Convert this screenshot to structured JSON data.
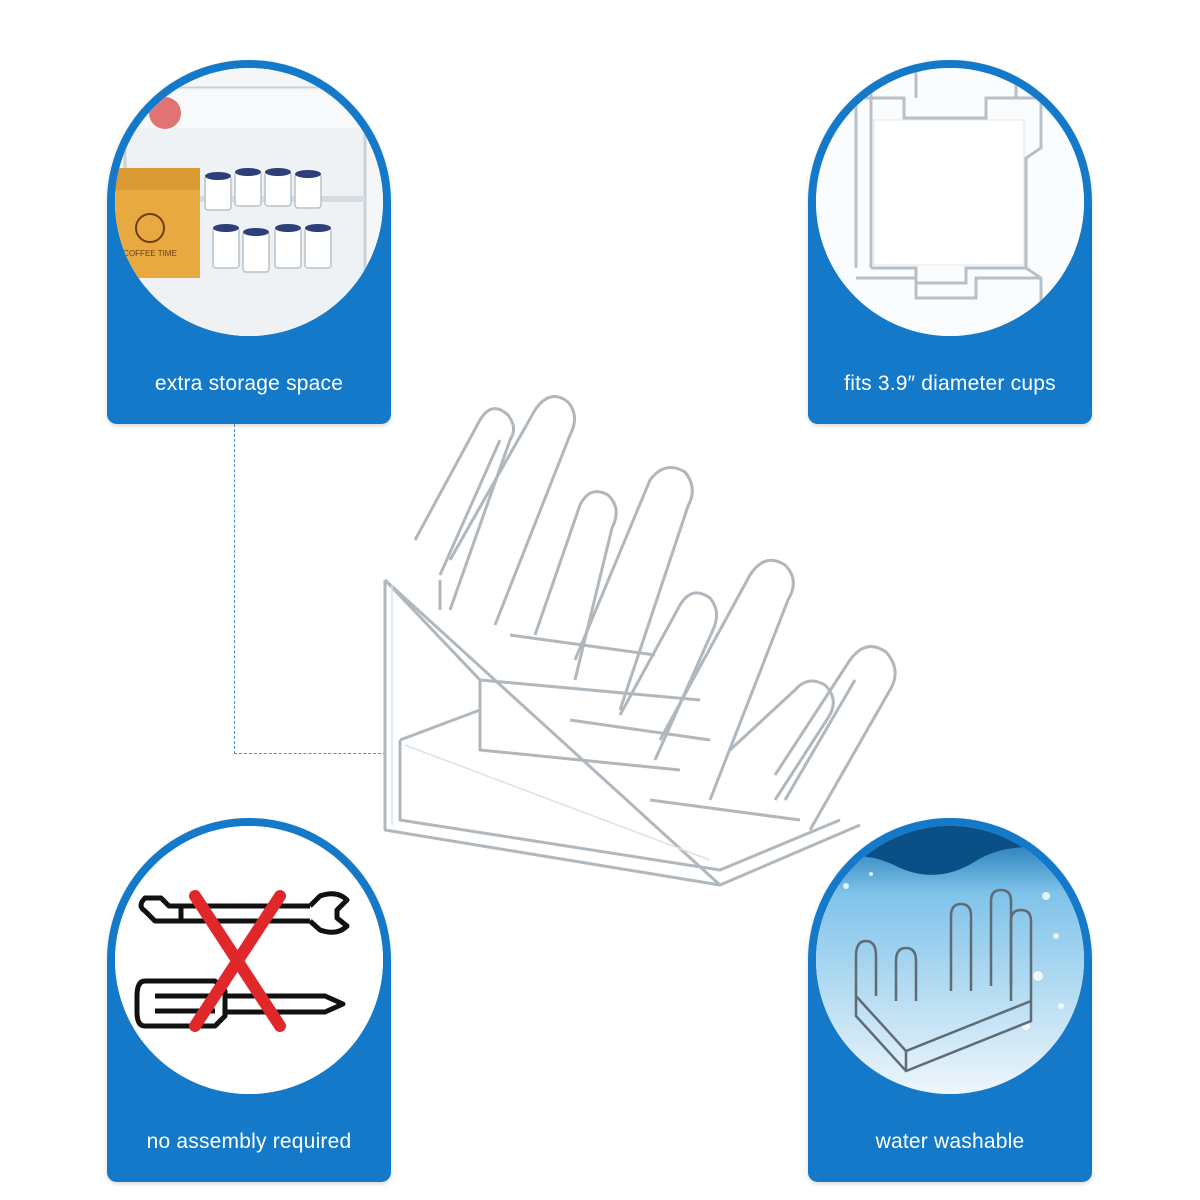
{
  "features": [
    {
      "id": "storage",
      "caption": "extra storage space",
      "icon": "storage-box-with-coffee-pods"
    },
    {
      "id": "cups",
      "caption": "fits 3.9″ diameter cups",
      "icon": "acrylic-holder-closeup"
    },
    {
      "id": "assembly",
      "caption": "no assembly required",
      "icon": "crossed-out-tools"
    },
    {
      "id": "washable",
      "caption": "water washable",
      "icon": "holder-in-water"
    }
  ],
  "box_label": "COFFEE TIME",
  "colors": {
    "accent": "#1479c9",
    "cross": "#e0282a",
    "connector": "#4a8fd0"
  }
}
